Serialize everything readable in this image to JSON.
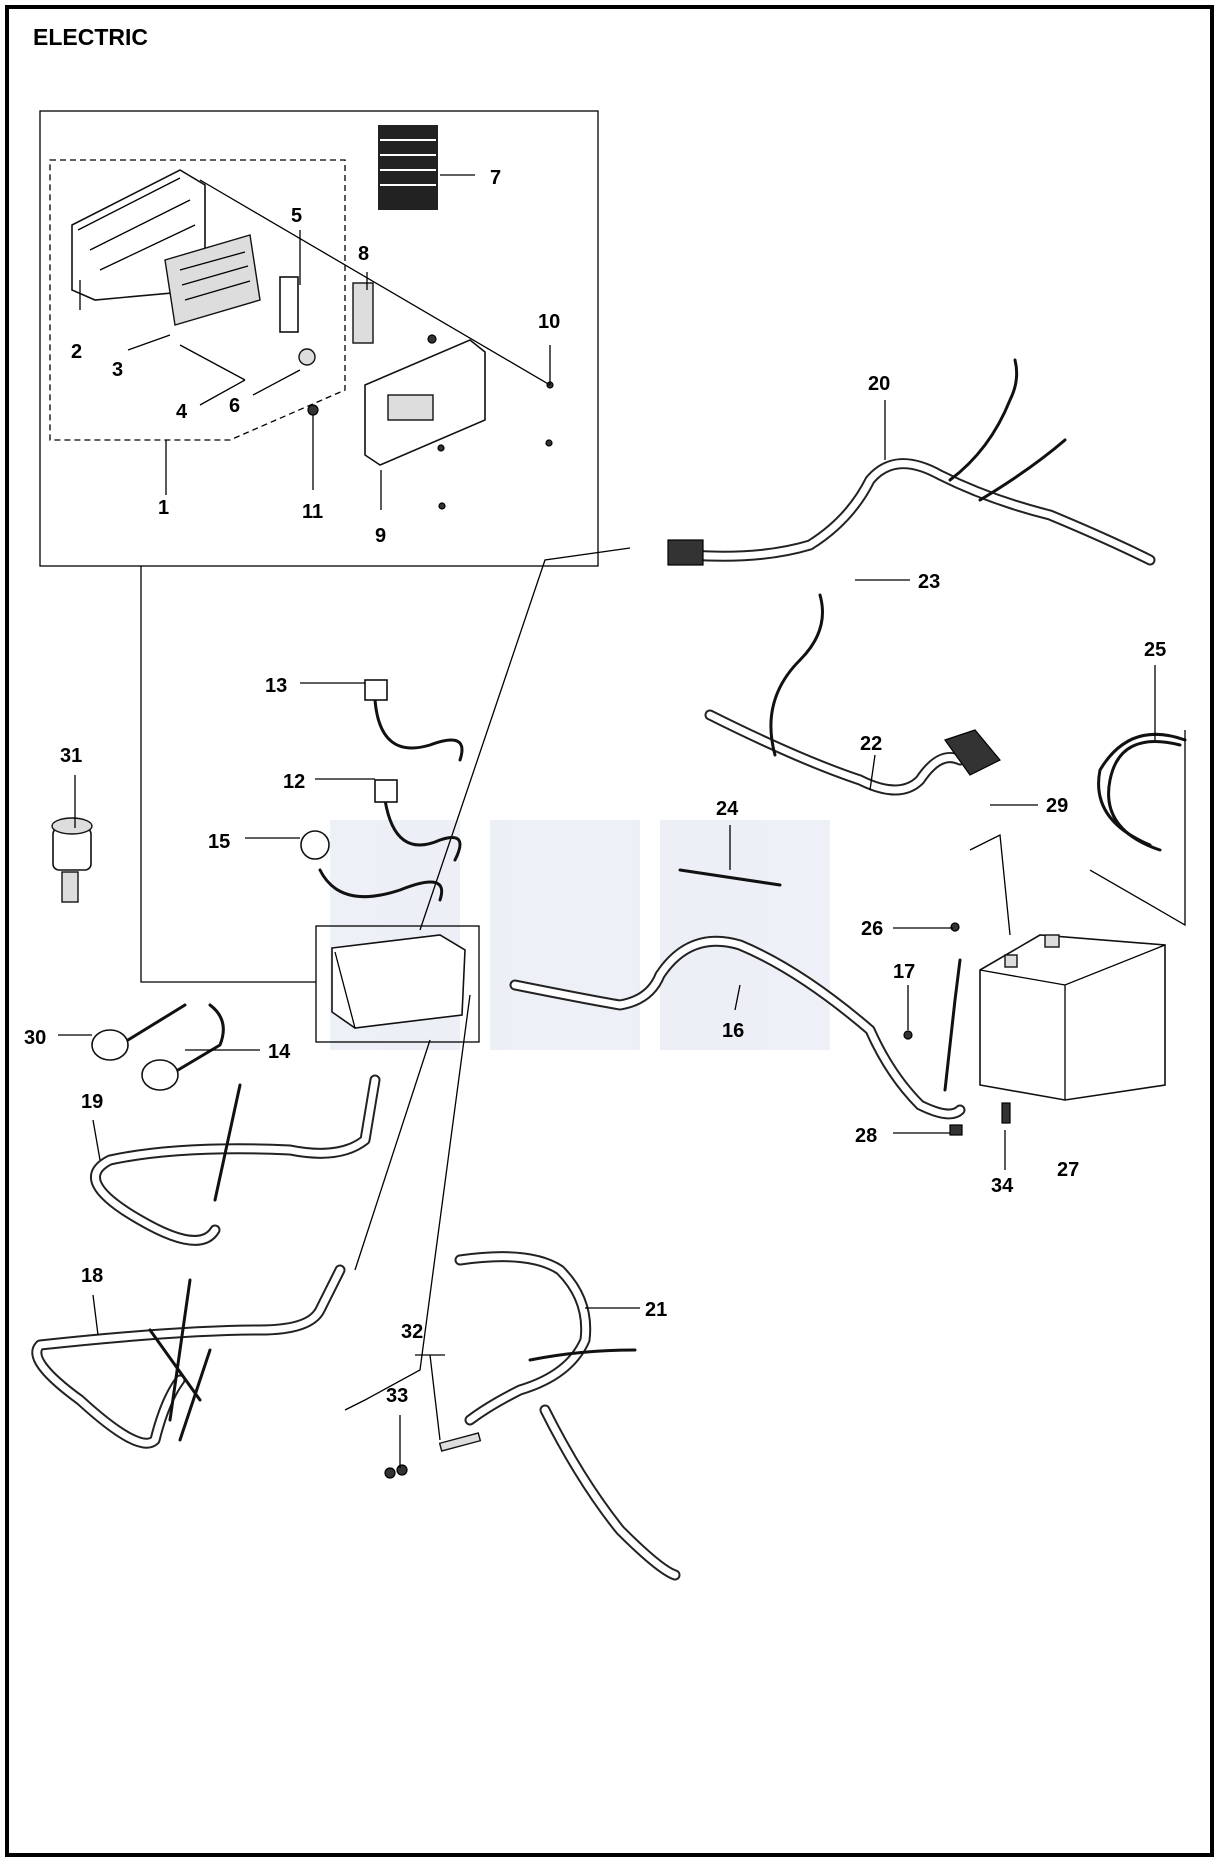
{
  "title": "ELECTRIC",
  "watermark": "GPL",
  "callouts": [
    "1",
    "2",
    "3",
    "4",
    "5",
    "6",
    "7",
    "8",
    "9",
    "10",
    "11",
    "12",
    "13",
    "14",
    "15",
    "16",
    "17",
    "18",
    "19",
    "20",
    "21",
    "22",
    "23",
    "24",
    "25",
    "26",
    "27",
    "28",
    "29",
    "30",
    "31",
    "32",
    "33",
    "34"
  ]
}
